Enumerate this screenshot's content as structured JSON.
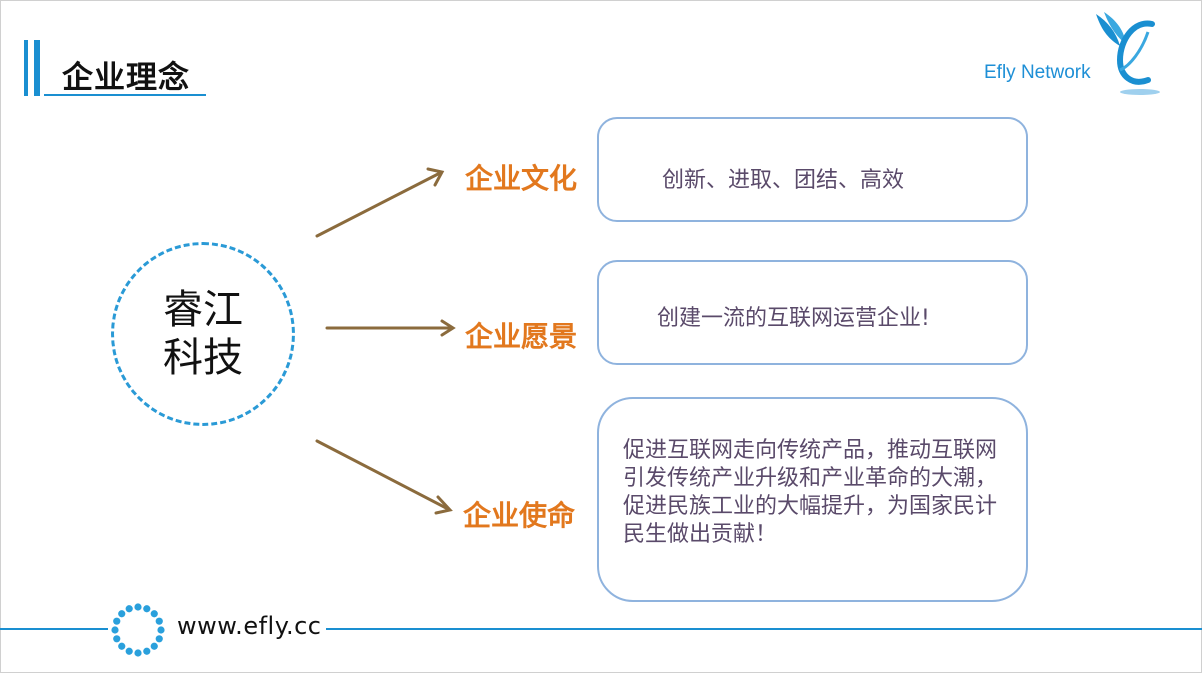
{
  "header": {
    "title": "企业理念",
    "brand": "Efly Network"
  },
  "center": {
    "line1": "睿江",
    "line2": "科技"
  },
  "branches": [
    {
      "label": "企业文化",
      "text": "创新、进取、团结、高效"
    },
    {
      "label": "企业愿景",
      "text": "创建一流的互联网运营企业!"
    },
    {
      "label": "企业使命",
      "text": "促进互联网走向传统产品，推动互联网引发传统产业升级和产业革命的大潮，促进民族工业的大幅提升，为国家民计民生做出贡献！"
    }
  ],
  "footer": {
    "url": "www.efly.cc"
  },
  "colors": {
    "accent_blue": "#1a8fd1",
    "label_orange": "#e2781e",
    "arrow_brown": "#8b6b3d",
    "box_border": "#8fb3de",
    "box_text": "#5a4a6a"
  }
}
